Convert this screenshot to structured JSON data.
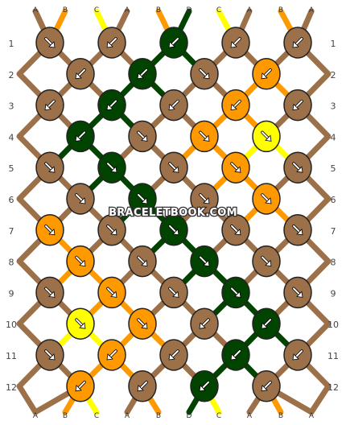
{
  "pattern": {
    "watermark": "BRACELETBOOK.COM",
    "colors": {
      "A": "#9c7048",
      "B": "#ff9900",
      "C": "#ffff00",
      "D": "#004400"
    },
    "strings_top": [
      "A",
      "B",
      "C",
      "A",
      "B",
      "D",
      "C",
      "A",
      "B",
      "A"
    ],
    "strings_bottom": [
      "A",
      "B",
      "C",
      "A",
      "B",
      "D",
      "C",
      "A",
      "B",
      "A"
    ],
    "row_labels": [
      "1",
      "2",
      "3",
      "4",
      "5",
      "6",
      "7",
      "8",
      "9",
      "10",
      "11",
      "12"
    ],
    "knots": [
      [
        {
          "c": "A",
          "d": "br"
        },
        {
          "c": "A",
          "d": "bl"
        },
        {
          "c": "D",
          "d": "bl"
        },
        {
          "c": "A",
          "d": "bl"
        },
        {
          "c": "A",
          "d": "bl"
        }
      ],
      [
        {
          "c": "A",
          "d": "bl"
        },
        {
          "c": "D",
          "d": "bl"
        },
        {
          "c": "A",
          "d": "br"
        },
        {
          "c": "B",
          "d": "bl"
        }
      ],
      [
        {
          "c": "A",
          "d": "bl"
        },
        {
          "c": "D",
          "d": "bl"
        },
        {
          "c": "A",
          "d": "bl"
        },
        {
          "c": "B",
          "d": "bl"
        },
        {
          "c": "A",
          "d": "bl"
        }
      ],
      [
        {
          "c": "D",
          "d": "bl"
        },
        {
          "c": "A",
          "d": "br"
        },
        {
          "c": "B",
          "d": "br"
        },
        {
          "c": "C",
          "d": "br"
        }
      ],
      [
        {
          "c": "A",
          "d": "br"
        },
        {
          "c": "D",
          "d": "br"
        },
        {
          "c": "A",
          "d": "br"
        },
        {
          "c": "B",
          "d": "br"
        },
        {
          "c": "A",
          "d": "br"
        }
      ],
      [
        {
          "c": "A",
          "d": "br"
        },
        {
          "c": "D",
          "d": "br"
        },
        {
          "c": "A",
          "d": "br"
        },
        {
          "c": "B",
          "d": "br"
        }
      ],
      [
        {
          "c": "B",
          "d": "br"
        },
        {
          "c": "A",
          "d": "br"
        },
        {
          "c": "D",
          "d": "br"
        },
        {
          "c": "A",
          "d": "br"
        },
        {
          "c": "A",
          "d": "br"
        }
      ],
      [
        {
          "c": "B",
          "d": "br"
        },
        {
          "c": "A",
          "d": "br"
        },
        {
          "c": "D",
          "d": "br"
        },
        {
          "c": "A",
          "d": "br"
        }
      ],
      [
        {
          "c": "A",
          "d": "br"
        },
        {
          "c": "B",
          "d": "br"
        },
        {
          "c": "A",
          "d": "br"
        },
        {
          "c": "D",
          "d": "br"
        },
        {
          "c": "A",
          "d": "br"
        }
      ],
      [
        {
          "c": "C",
          "d": "br"
        },
        {
          "c": "B",
          "d": "br"
        },
        {
          "c": "A",
          "d": "bl"
        },
        {
          "c": "D",
          "d": "bl"
        }
      ],
      [
        {
          "c": "A",
          "d": "br"
        },
        {
          "c": "B",
          "d": "bl"
        },
        {
          "c": "A",
          "d": "bl"
        },
        {
          "c": "D",
          "d": "bl"
        },
        {
          "c": "A",
          "d": "bl"
        }
      ],
      [
        {
          "c": "B",
          "d": "bl"
        },
        {
          "c": "A",
          "d": "bl"
        },
        {
          "c": "D",
          "d": "bl"
        },
        {
          "c": "A",
          "d": "bl"
        }
      ]
    ]
  }
}
